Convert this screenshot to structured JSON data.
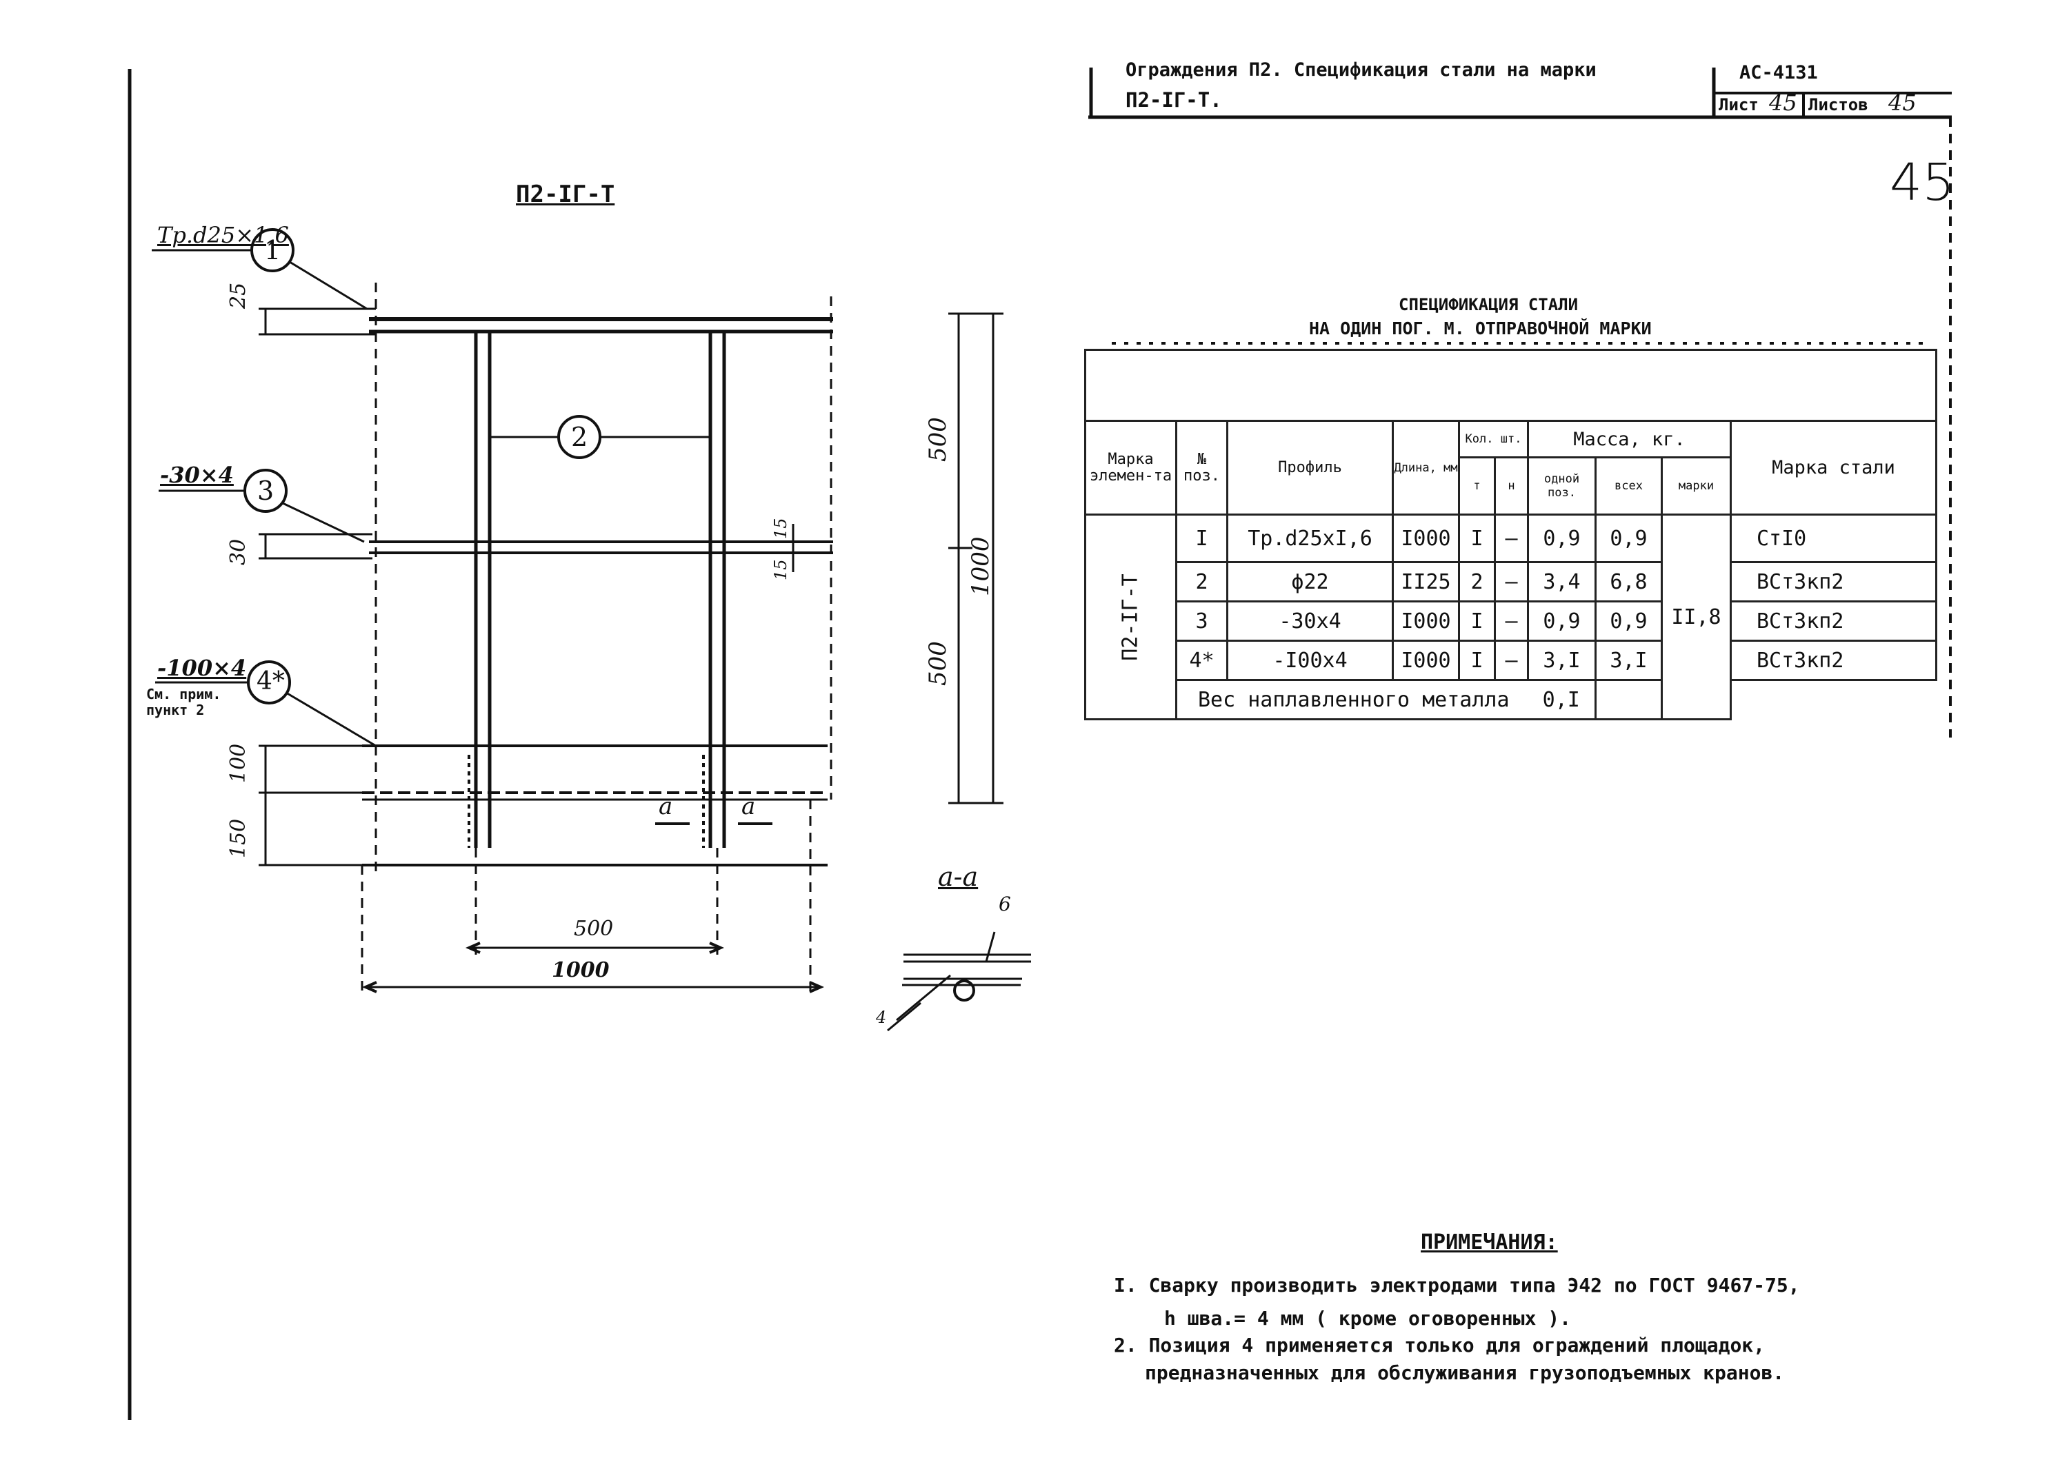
{
  "title_block": {
    "line1": "Ограждения П2.  Спецификация стали на марки",
    "line2": "П2-IГ-Т.",
    "code": "АС-4131",
    "sheet_label": "Лист",
    "sheet_number": "45",
    "sheets_label": "Листов",
    "sheets_total": "45"
  },
  "page_number_handwritten": "45",
  "drawing": {
    "title": "П2-IГ-Т",
    "callouts": [
      {
        "num": "1",
        "label": "Тр.d25×1,6"
      },
      {
        "num": "2",
        "label": ""
      },
      {
        "num": "3",
        "label": "-30×4"
      },
      {
        "num": "4*",
        "label": "-100×4",
        "note_line1": "См. прим.",
        "note_line2": "пункт 2"
      }
    ],
    "dims": {
      "top_height": "25",
      "mid_height": "30",
      "bottom_100": "100",
      "bottom_150": "150",
      "right_500": "500",
      "right_1000": "1000",
      "right_500_lower": "500",
      "mid_15a": "15",
      "mid_15b": "15",
      "post_spacing": "500",
      "total_width": "1000",
      "small_6": "6",
      "small_4": "4"
    },
    "section_marks": [
      "a",
      "a"
    ],
    "section_title": "a-a"
  },
  "spec": {
    "title_line1": "СПЕЦИФИКАЦИЯ СТАЛИ",
    "title_line2": "НА ОДИН ПОГ. М. ОТПРАВОЧНОЙ МАРКИ",
    "headers": {
      "mark": "Марка элемен-та",
      "pos": "№ поз.",
      "profile": "Профиль",
      "length": "Длина, мм",
      "qty": "Кол. шт.",
      "qty_t": "т",
      "qty_n": "н",
      "mass": "Масса, кг.",
      "mass_one": "одной поз.",
      "mass_all": "всех",
      "mass_mark": "марки",
      "steel": "Марка стали"
    },
    "mark_value": "П2-IГ-Т",
    "rows": [
      {
        "pos": "I",
        "profile": "Тр.d25хI,6",
        "length": "I000",
        "t": "I",
        "n": "–",
        "one": "0,9",
        "all": "0,9",
        "steel": "СтI0"
      },
      {
        "pos": "2",
        "profile": "ϕ22",
        "length": "II25",
        "t": "2",
        "n": "–",
        "one": "3,4",
        "all": "6,8",
        "steel": "ВСт3кп2"
      },
      {
        "pos": "3",
        "profile": "-30х4",
        "length": "I000",
        "t": "I",
        "n": "–",
        "one": "0,9",
        "all": "0,9",
        "steel": "ВСт3кп2"
      },
      {
        "pos": "4*",
        "profile": "-I00х4",
        "length": "I000",
        "t": "I",
        "n": "–",
        "one": "3,I",
        "all": "3,I",
        "steel": "ВСт3кп2"
      }
    ],
    "mark_total": "II,8",
    "weld_label": "Вес наплавленного металла",
    "weld_value": "0,I"
  },
  "notes": {
    "title": "ПРИМЕЧАНИЯ:",
    "item1_line1": "I. Сварку производить электродами типа Э42 по ГОСТ 9467-75,",
    "item1_line2": "h шва.= 4 мм ( кроме оговоренных ).",
    "item2_line1": "2. Позиция  4 применяется только для ограждений площадок,",
    "item2_line2": "предназначенных для обслуживания грузоподъемных кранов."
  }
}
